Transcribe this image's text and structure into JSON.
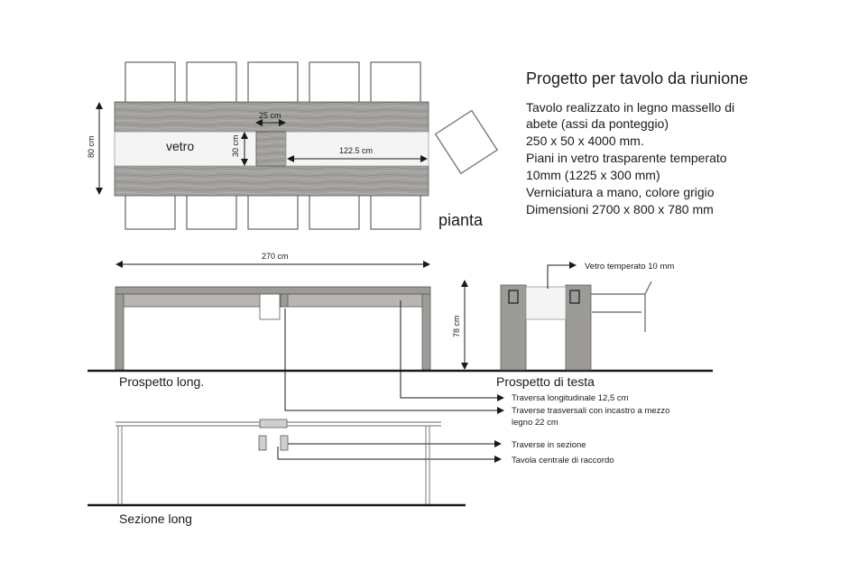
{
  "title": "Progetto per tavolo da riunione",
  "description": [
    "Tavolo realizzato in legno massello di",
    "abete  (assi da ponteggio)",
    "250 x 50 x 4000 mm.",
    "Piani in vetro trasparente temperato",
    "10mm (1225 x 300 mm)",
    "Verniciatura a mano, colore grigio",
    "Dimensioni 2700 x 800 x 780  mm"
  ],
  "plan": {
    "label": "pianta",
    "glass_label": "vetro",
    "dim_depth": "80 cm",
    "dim_25": "25 cm",
    "dim_30": "30 cm",
    "dim_122": "122.5 cm"
  },
  "elevation_long": {
    "label": "Prospetto long.",
    "dim_length": "270 cm",
    "dim_height": "78 cm"
  },
  "elevation_head": {
    "label": "Prospetto di testa",
    "note_glass": "Vetro temperato 10 mm"
  },
  "section_long": {
    "label": "Sezione long"
  },
  "notes": {
    "traversa_long": "Traversa longitudinale 12,5 cm",
    "traverse_trasv_1": "Traverse trasversali con incastro a mezzo",
    "traverse_trasv_2": "legno 22 cm",
    "traverse_sezione": "Traverse in sezione",
    "tavola_centrale": "Tavola centrale di raccordo"
  }
}
